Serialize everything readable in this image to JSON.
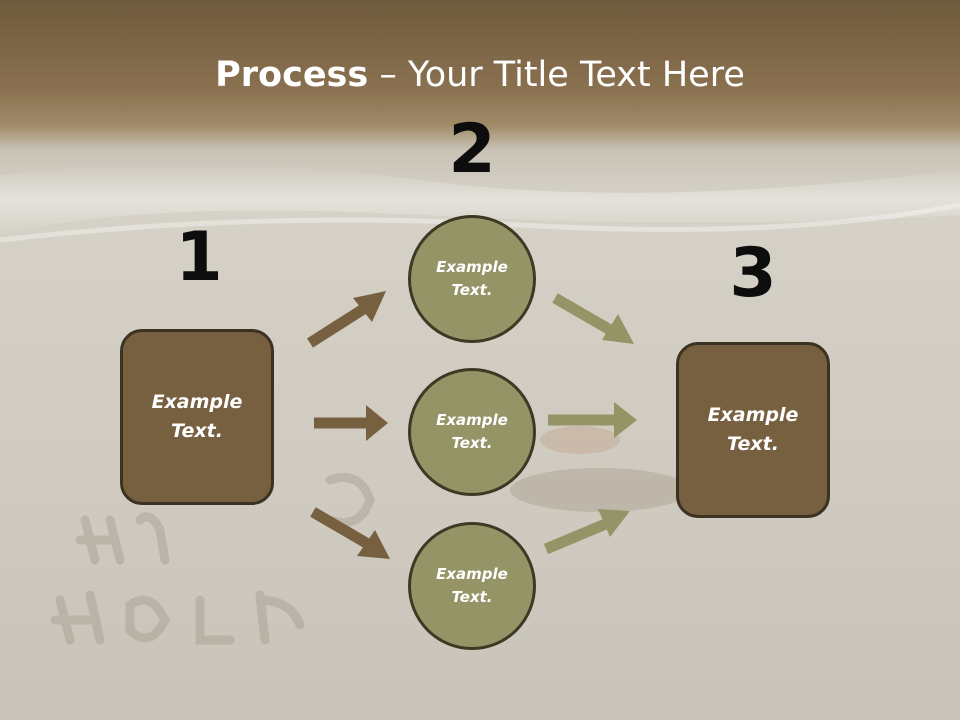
{
  "title": {
    "bold": "Process",
    "rest": " – Your Title Text Here"
  },
  "steps": {
    "n1": "1",
    "n2": "2",
    "n3": "3"
  },
  "boxes": {
    "left": "Example\nText.",
    "right": "Example\nText."
  },
  "circles": {
    "top": "Example\nText.",
    "middle": "Example\nText.",
    "bottom": "Example\nText."
  },
  "colors": {
    "box_fill": "#76603f",
    "circle_fill": "#959467",
    "arrow_brown": "#76603f",
    "arrow_olive": "#959467",
    "title_text": "#ffffff",
    "numbers": "#0d0d0d"
  }
}
